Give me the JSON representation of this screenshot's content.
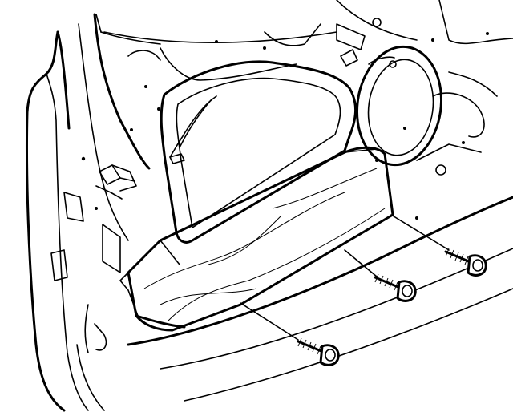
{
  "figure": {
    "subject": "door-trim-assembly",
    "fasteners": [
      {
        "name": "screw-upper-right"
      },
      {
        "name": "screw-middle"
      },
      {
        "name": "screw-lower"
      }
    ]
  },
  "colors": {
    "line": "#000000",
    "background": "#ffffff",
    "mesh": "#555555"
  }
}
